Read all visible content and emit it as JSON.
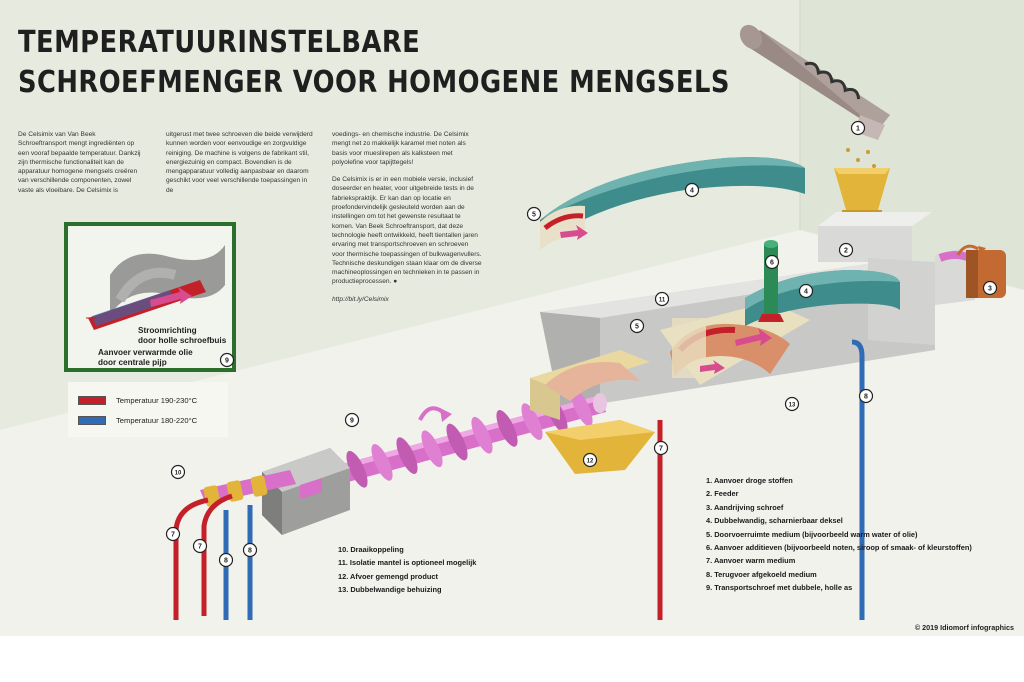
{
  "title": {
    "line1": "TEMPERATUURINSTELBARE",
    "line2": "SCHROEFMENGER VOOR HOMOGENE MENGSELS"
  },
  "intro": {
    "col1": "De Celsimix van Van Beek Schroeftransport mengt ingrediënten op een vooraf bepaalde temperatuur. Dankzij zijn thermische functionaliteit kan de apparatuur homogene mengsels creëren van verschillende componenten, zowel vaste als vloeibare. De Celsimix is",
    "col2": "uitgerust met twee schroeven die beide verwijderd kunnen worden voor eenvoudige en zorgvuldige reiniging. De machine is volgens de fabrikant stil, energiezuinig en compact. Bovendien is de mengapparatuur volledig aanpasbaar en daarom geschikt voor veel verschillende toepassingen in de",
    "col3a": "voedings- en chemische industrie. De Celsimix mengt net zo makkelijk karamel met noten als basis voor muesli­repen als kalksteen met polyolefine voor tapijttegels!",
    "col3b": "De Celsimix is er in een mobiele versie, inclusief doseerder en heater, voor uitgebreide tests in de fabriekspraktijk. Er kan dan op locatie en proefondervindelijk gesleuteld worden aan de instellingen om tot het gewenste resultaat te komen. Van Beek Schroeftransport, dat deze technologie heeft ontwikkeld, heeft tientallen jaren ervaring met transportschroeven en schroeven voor thermische toepassingen of bulkwagenvullers. Technische deskundigen staan klaar om de diverse machineoplossingen en technieken in te passen in productieprocessen. ●",
    "link": "http://bit.ly/Celsimix"
  },
  "inset": {
    "label1": "Stroomrichting",
    "label2": "door holle schroefbuis",
    "label3": "Aanvoer verwarmde olie",
    "label4": "door centrale pijp",
    "number": "9"
  },
  "temperature_key": {
    "red_label": "Temperatuur 190-230°C",
    "blue_label": "Temperatuur 180-220°C",
    "red_color": "#c4202a",
    "blue_color": "#2f6cb5"
  },
  "callouts": [
    "1",
    "2",
    "3",
    "4",
    "4",
    "5",
    "5",
    "6",
    "7",
    "7",
    "7",
    "8",
    "8",
    "8",
    "9",
    "10",
    "11",
    "12",
    "13"
  ],
  "legend_right": [
    "1.  Aanvoer droge stoffen",
    "2.  Feeder",
    "3.  Aandrijving schroef",
    "4.  Dubbelwandig, scharnierbaar deksel",
    "5.  Doorvoerruimte medium (bijvoorbeeld warm water of olie)",
    "6.  Aanvoer additieven (bijvoorbeeld noten, siroop of smaak- of kleurstoffen)",
    "7.  Aanvoer warm medium",
    "8.  Terugvoer afgekoeld medium",
    "9.  Transportschroef met dubbele, holle as"
  ],
  "legend_left": [
    "10.  Draaikoppeling",
    "11.  Isolatie mantel is optioneel mogelijk",
    "12.  Afvoer gemengd product",
    "13.  Dubbelwandige behuizing"
  ],
  "credit": "© 2019 Idiomorf infographics",
  "colors": {
    "background": "#e7ebdf",
    "screw": "#d86fc8",
    "copper": "#c9794a",
    "jacket": "#3f8c8c",
    "hopper": "#e2b43a"
  }
}
